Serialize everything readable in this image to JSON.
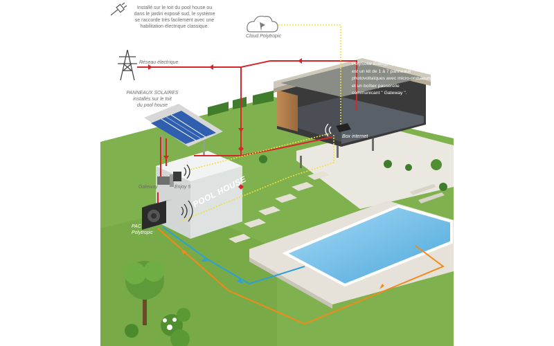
{
  "texts": {
    "intro": [
      "Installé sur le toit du pool house ou",
      "dans le jardin exposé sud, le système",
      "se raccorde très facilement avec une",
      "habilitation électrique classique."
    ],
    "cloud": "Cloud Polytropic",
    "grid": "Réseau électrique",
    "panels": [
      "PANNEAUX SOLAIRES",
      "installés sur le toit",
      "du pool house"
    ],
    "polysolar": [
      "PolySolar Energy system",
      "est un kit de 1 à 7 panneaux",
      "photovoltaïques avec micro-onduleurs",
      "et un boîtier passerelle",
      "communicant \" Gateway \"."
    ],
    "box": "Box internet",
    "gateway": "Gateway",
    "enjoy": "Enjoy 5",
    "pac": [
      "PAC",
      "Polytropic"
    ],
    "poolhouse": "POOL HOUSE"
  },
  "colors": {
    "grass": "#7fb24e",
    "grass_dark": "#5f9a3a",
    "power_line": "#d7262b",
    "data_line": "#f2e03a",
    "water_out": "#f08a1c",
    "water_in": "#2e9fd8",
    "pool_water": "#7ec3ea",
    "deck": "#e6e2d9"
  }
}
